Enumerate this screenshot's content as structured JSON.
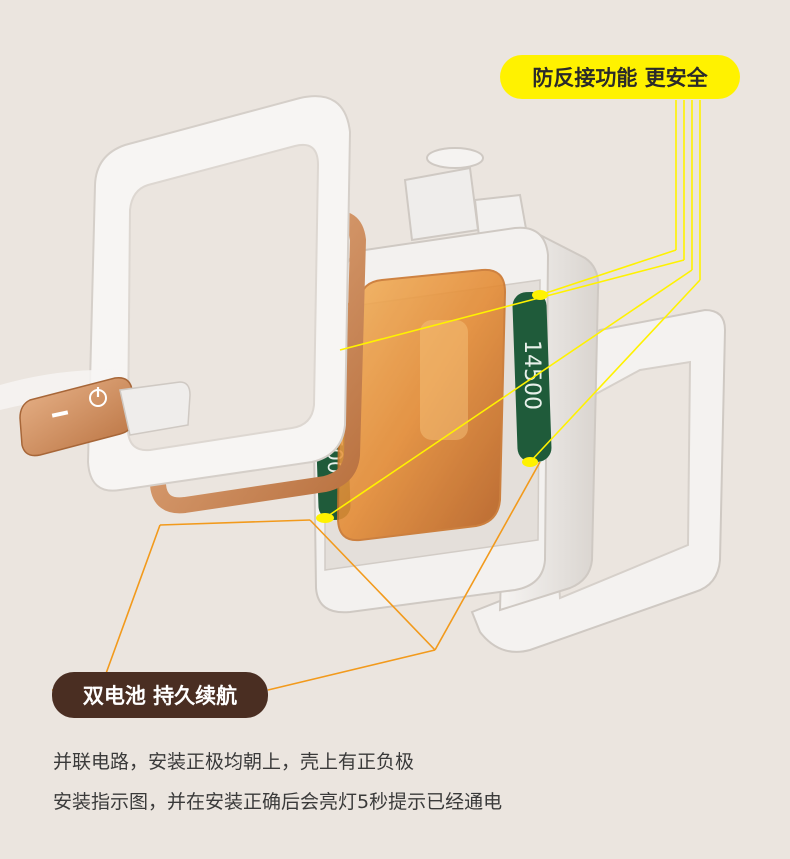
{
  "callouts": {
    "reverse_protection": "防反接功能 更安全",
    "dual_battery": "双电池 持久续航"
  },
  "battery_label": "14500",
  "caption": {
    "line1": "并联电路，安装正极均朝上，壳上有正负极",
    "line2": "安装指示图，并在安装正确后会亮灯5秒提示已经通电"
  },
  "colors": {
    "background": "#ebe5df",
    "yellow_accent": "#fff200",
    "orange_accent": "#f29a1c",
    "brown_badge": "#4a2e22",
    "battery_green": "#1f5b3a",
    "amber_cover": "#e9903a"
  },
  "icons": {
    "power": "power-icon"
  }
}
